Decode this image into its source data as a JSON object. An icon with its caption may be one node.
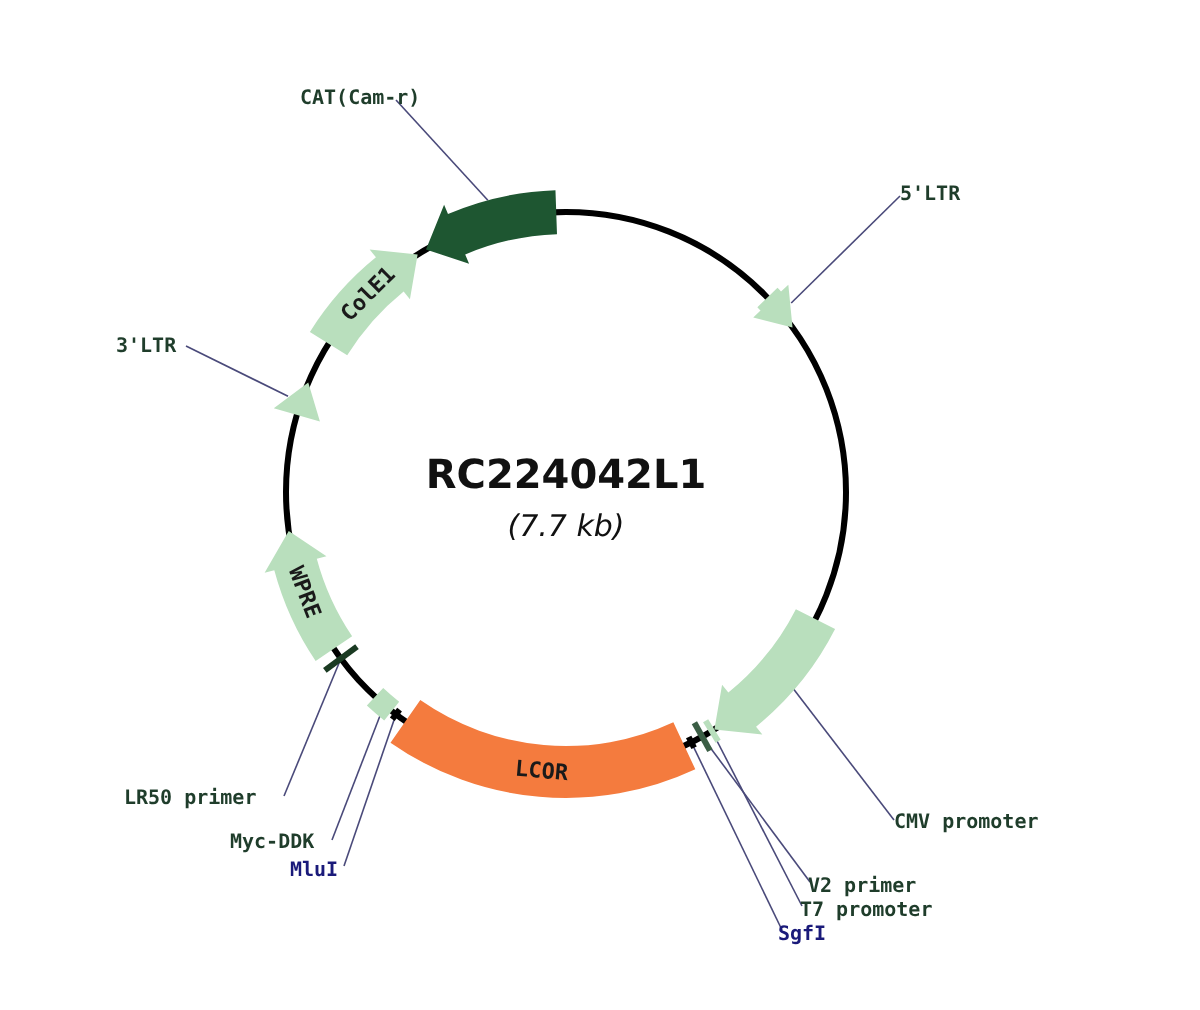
{
  "diagram": {
    "title": "RC224042L1",
    "nodes": [
      {
        "text": [
          "CAT(Cam-r)"
        ]
      },
      {
        "text": [],
        "shape": "arrow"
      },
      {
        "text": [
          "5'LTR"
        ]
      },
      {
        "text": [],
        "shape": "arrow"
      },
      {
        "text": [
          "ColE1"
        ]
      },
      {
        "text": [
          "3'LTR"
        ]
      },
      {
        "text": [],
        "shape": "arrow"
      },
      {
        "text": [
          "WPRE"
        ]
      },
      {
        "text": [
          "LR50 primer"
        ]
      },
      {
        "text": [],
        "shape": "bar"
      },
      {
        "text": [
          "Myc-DDK"
        ]
      },
      {
        "text": [],
        "shape": "box"
      },
      {
        "text": [
          "MluI"
        ]
      },
      {
        "text": [
          "LCOR"
        ]
      },
      {
        "text": [
          "CMV promoter"
        ]
      },
      {
        "text": [],
        "shape": "arrow"
      },
      {
        "text": [
          "V2 primer"
        ]
      },
      {
        "text": [],
        "shape": "bar"
      },
      {
        "text": [
          "T7 promoter"
        ]
      },
      {
        "text": [],
        "shape": "bar"
      },
      {
        "text": [
          "SgfI"
        ]
      },
      {
        "text": [],
        "shape": "bar"
      },
      {
        "text": [],
        "shape": "bar"
      }
    ],
    "edges": [
      {
        "from": 0,
        "to": 1,
        "arrow": "none"
      },
      {
        "from": 2,
        "to": 3,
        "arrow": "none"
      },
      {
        "from": 5,
        "to": 6,
        "arrow": "none"
      },
      {
        "from": 8,
        "to": 9,
        "arrow": "none"
      },
      {
        "from": 10,
        "to": 11,
        "arrow": "none"
      },
      {
        "from": 12,
        "to": 21,
        "arrow": "none"
      },
      {
        "from": 14,
        "to": 15,
        "arrow": "none"
      },
      {
        "from": 16,
        "to": 17,
        "arrow": "none"
      },
      {
        "from": 18,
        "to": 19,
        "arrow": "none"
      },
      {
        "from": 20,
        "to": 22,
        "arrow": "none"
      }
    ],
    "labels": [
      "(7.7 kb)"
    ]
  }
}
